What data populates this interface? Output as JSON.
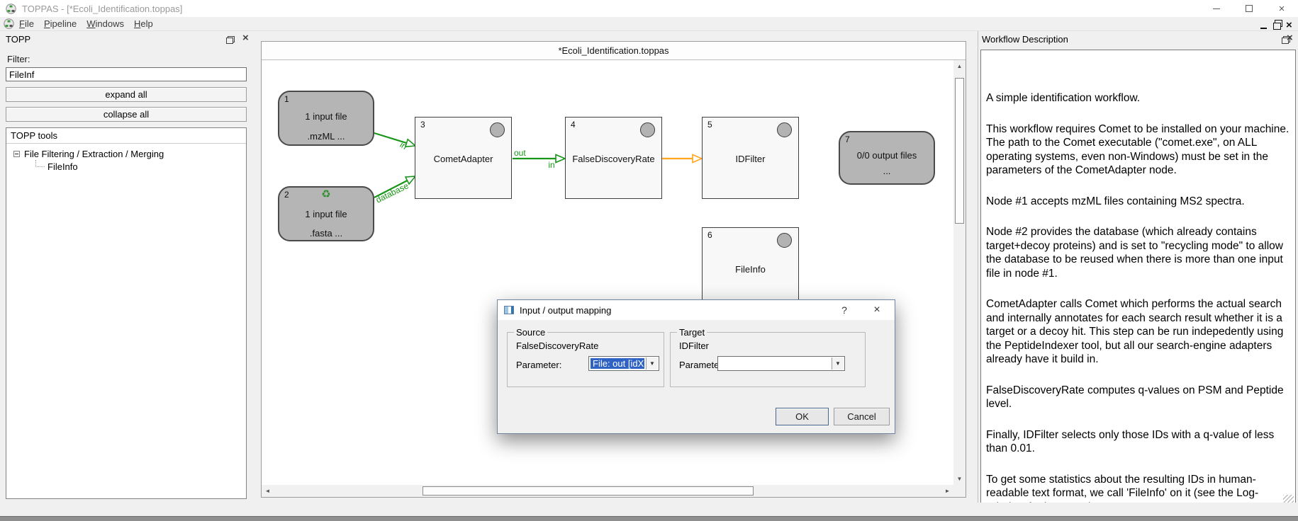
{
  "window": {
    "title": "TOPPAS - [*Ecoli_Identification.toppas]"
  },
  "menu": {
    "items": [
      "File",
      "Pipeline",
      "Windows",
      "Help"
    ]
  },
  "left_panel": {
    "title": "TOPP",
    "filter_label": "Filter:",
    "filter_value": "FileInf",
    "expand_all_label": "expand all",
    "collapse_all_label": "collapse all",
    "tree_header": "TOPP tools",
    "tree_group": "File Filtering / Extraction / Merging",
    "tree_child": "FileInfo"
  },
  "canvas": {
    "tab_title": "*Ecoli_Identification.toppas",
    "nodes": [
      {
        "number": "1",
        "title": "1 input file",
        "subtitle": ".mzML ..."
      },
      {
        "number": "2",
        "title": "1 input file",
        "subtitle": ".fasta ...",
        "recycle_icon": "♻"
      },
      {
        "number": "3",
        "title": "CometAdapter"
      },
      {
        "number": "4",
        "title": "FalseDiscoveryRate"
      },
      {
        "number": "5",
        "title": "IDFilter"
      },
      {
        "number": "6",
        "title": "FileInfo"
      },
      {
        "number": "7",
        "title": "0/0 output files",
        "subtitle": "..."
      }
    ],
    "edge_labels": {
      "n1_to_n3": "in",
      "n2_to_n3": "database",
      "n3_to_n4_out": "out",
      "n3_to_n4_in": "in"
    },
    "colors": {
      "edge_green": "#1a961a",
      "edge_orange": "#ffa61e",
      "node_gray": "#b5b5b5"
    }
  },
  "dialog": {
    "title": "Input / output mapping",
    "help_label": "?",
    "source": {
      "legend": "Source",
      "tool": "FalseDiscoveryRate",
      "parameter_label": "Parameter:",
      "selected_value": "File: out [idXML]"
    },
    "target": {
      "legend": "Target",
      "tool": "IDFilter",
      "parameter_label": "Parameter:",
      "selected_value": ""
    },
    "ok_label": "OK",
    "cancel_label": "Cancel",
    "selection_color": "#2e62c4"
  },
  "right_panel": {
    "title": "Workflow Description",
    "paragraphs": [
      "A simple identification workflow.",
      "This workflow requires Comet to be installed on your machine. The path to the Comet executable (\"comet.exe\", on ALL operating systems, even non-Windows) must be set in the parameters of the CometAdapter node.",
      "Node #1 accepts mzML files containing MS2 spectra.",
      "Node #2 provides the database (which already contains target+decoy proteins) and is set to \"recycling mode\" to allow the database to be reused when there is more than one input file in node #1.",
      "CometAdapter calls Comet which performs the actual search and internally annotates for each search result whether it is a target or a decoy hit. This step can be run indepedently using the PeptideIndexer tool, but all our search-engine adapters already have it build in.",
      "FalseDiscoveryRate computes q-values on PSM and Peptide level.",
      "Finally, IDFilter selects only those IDs with a q-value of less than 0.01.",
      "To get some statistics about the resulting IDs in human-readable text format, we call 'FileInfo' on it (see the Log-Window for its output)."
    ]
  }
}
